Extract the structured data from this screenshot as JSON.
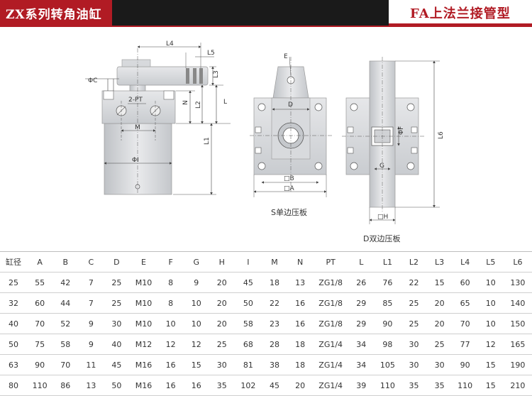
{
  "header": {
    "left_title": "ZX系列转角油缸",
    "right_title": "FA上法兰接管型"
  },
  "drawing": {
    "labels": {
      "L4": "L4",
      "L5": "L5",
      "L3": "L3",
      "PhiC": "ΦC",
      "two_PT": "2-PT",
      "N": "N",
      "L2": "L2",
      "L": "L",
      "M": "M",
      "L1": "L1",
      "PhiI": "ΦI",
      "E": "E",
      "D": "D",
      "B": "□B",
      "A": "□A",
      "PhiF": "ΦF",
      "G": "G",
      "L6": "L6",
      "H": "□H"
    },
    "captions": {
      "s_plate": "S单边压板",
      "d_plate": "D双边压板"
    }
  },
  "table": {
    "headers": [
      "缸径",
      "A",
      "B",
      "C",
      "D",
      "E",
      "F",
      "G",
      "H",
      "I",
      "M",
      "N",
      "PT",
      "L",
      "L1",
      "L2",
      "L3",
      "L4",
      "L5",
      "L6"
    ],
    "rows": [
      [
        "25",
        "55",
        "42",
        "7",
        "25",
        "M10",
        "8",
        "9",
        "20",
        "45",
        "18",
        "13",
        "ZG1/8",
        "26",
        "76",
        "22",
        "15",
        "60",
        "10",
        "130"
      ],
      [
        "32",
        "60",
        "44",
        "7",
        "25",
        "M10",
        "8",
        "10",
        "20",
        "50",
        "22",
        "16",
        "ZG1/8",
        "29",
        "85",
        "25",
        "20",
        "65",
        "10",
        "140"
      ],
      [
        "40",
        "70",
        "52",
        "9",
        "30",
        "M10",
        "10",
        "10",
        "20",
        "58",
        "23",
        "16",
        "ZG1/8",
        "29",
        "90",
        "25",
        "20",
        "70",
        "10",
        "150"
      ],
      [
        "50",
        "75",
        "58",
        "9",
        "40",
        "M12",
        "12",
        "12",
        "25",
        "68",
        "28",
        "18",
        "ZG1/4",
        "34",
        "98",
        "30",
        "25",
        "77",
        "12",
        "165"
      ],
      [
        "63",
        "90",
        "70",
        "11",
        "45",
        "M16",
        "16",
        "15",
        "30",
        "81",
        "38",
        "18",
        "ZG1/4",
        "34",
        "105",
        "30",
        "30",
        "90",
        "15",
        "190"
      ],
      [
        "80",
        "110",
        "86",
        "13",
        "50",
        "M16",
        "16",
        "16",
        "35",
        "102",
        "45",
        "20",
        "ZG1/4",
        "39",
        "110",
        "35",
        "35",
        "110",
        "15",
        "210"
      ]
    ]
  }
}
